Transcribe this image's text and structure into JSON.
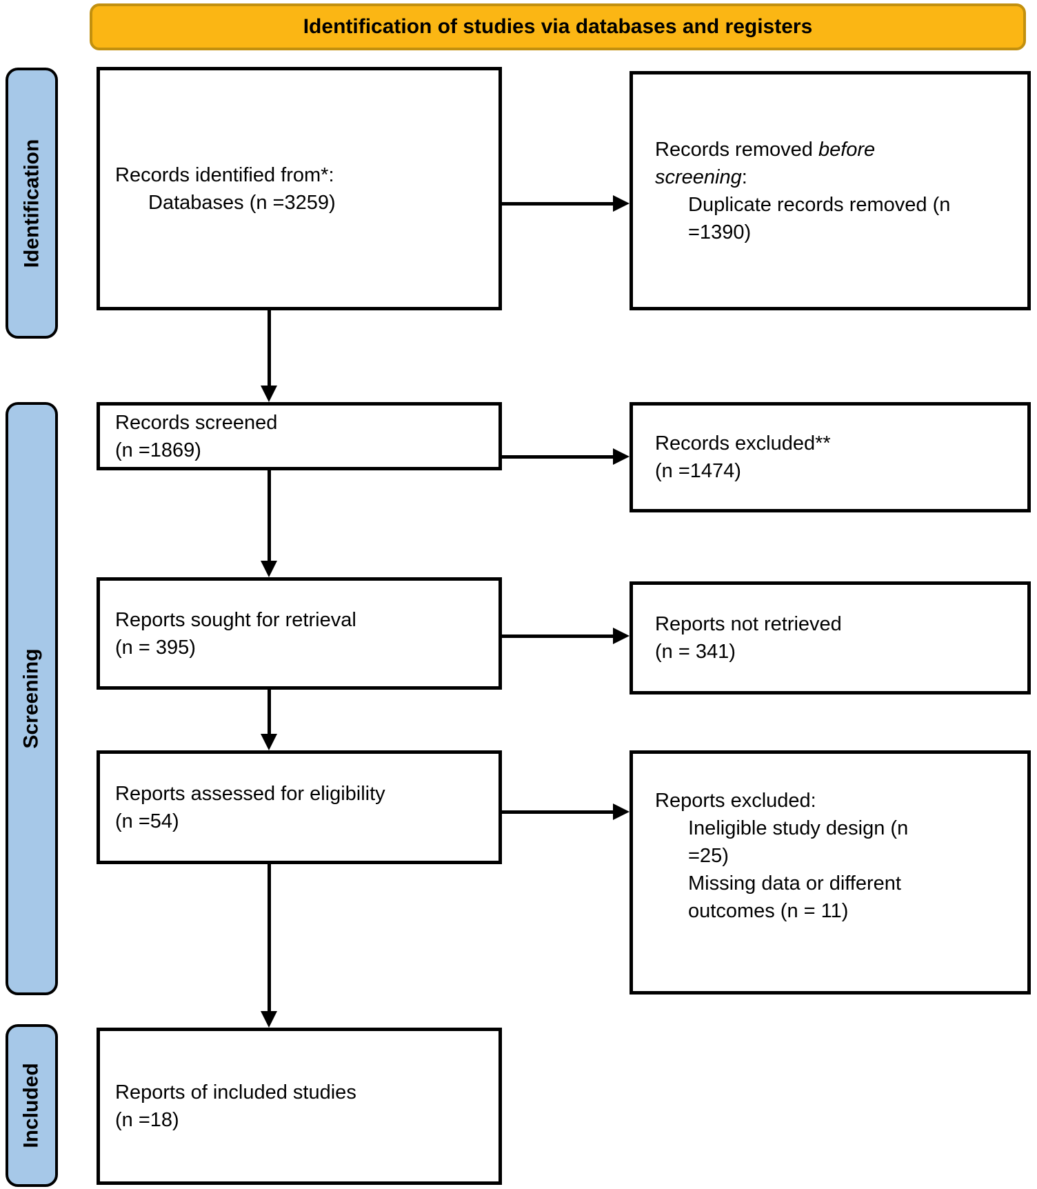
{
  "banner": {
    "title": "Identification of studies via databases and registers"
  },
  "sidebar": {
    "identification": "Identification",
    "screening": "Screening",
    "included": "Included"
  },
  "flow": {
    "records_identified": {
      "title": "Records identified from*:",
      "detail": "Databases (n =3259)"
    },
    "records_removed": {
      "l1_normal": "Records removed ",
      "l1_italic": "before",
      "l2_italic": "screening",
      "l2_colon": ":",
      "detail_line1": "Duplicate records removed (n",
      "detail_line2": "=1390)"
    },
    "records_screened": {
      "title": "Records screened",
      "count": "(n =1869)"
    },
    "records_excluded": {
      "title": "Records excluded**",
      "count": "(n =1474)"
    },
    "reports_sought": {
      "title": "Reports sought for retrieval",
      "count": "(n = 395)"
    },
    "reports_not_retrieved": {
      "title": "Reports not retrieved",
      "count": "(n = 341)"
    },
    "reports_assessed": {
      "title": "Reports assessed for eligibility",
      "count": "(n =54)"
    },
    "reports_excluded": {
      "title": "Reports excluded:",
      "reasons": [
        "Ineligible study design (n",
        "=25)",
        "Missing data or different",
        "outcomes (n = 11)"
      ]
    },
    "reports_included": {
      "title": "Reports of included studies",
      "count": "(n =18)"
    }
  },
  "colors": {
    "banner_fill": "#FBB614",
    "banner_border": "#C2900F",
    "sidebar_fill": "#A6C8E8",
    "box_border": "#000000",
    "arrow": "#000000"
  }
}
